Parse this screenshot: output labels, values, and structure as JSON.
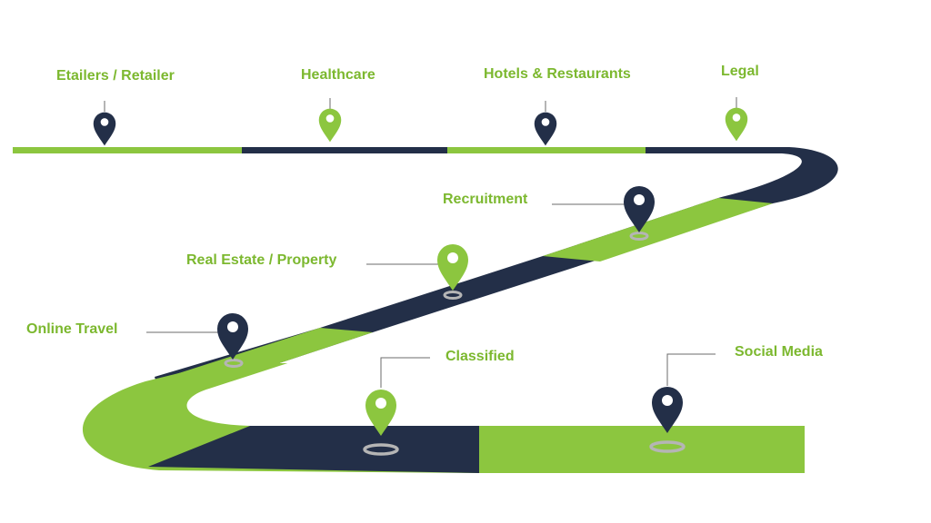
{
  "colors": {
    "green": "#8cc63f",
    "navy": "#232f48",
    "label": "#7cb82f",
    "leader": "#6b6b6b",
    "shadow": "#b5b5b5"
  },
  "milestones": [
    {
      "id": "etailers",
      "label": "Etailers / Retailer",
      "pin_color": "navy",
      "icon": "map-pin-icon"
    },
    {
      "id": "healthcare",
      "label": "Healthcare",
      "pin_color": "green",
      "icon": "map-pin-icon"
    },
    {
      "id": "hotels",
      "label": "Hotels & Restaurants",
      "pin_color": "navy",
      "icon": "map-pin-icon"
    },
    {
      "id": "legal",
      "label": "Legal",
      "pin_color": "green",
      "icon": "map-pin-icon"
    },
    {
      "id": "recruitment",
      "label": "Recruitment",
      "pin_color": "navy",
      "icon": "map-pin-icon"
    },
    {
      "id": "realestate",
      "label": "Real Estate / Property",
      "pin_color": "green",
      "icon": "map-pin-icon"
    },
    {
      "id": "onlinetravel",
      "label": "Online Travel",
      "pin_color": "navy",
      "icon": "map-pin-icon"
    },
    {
      "id": "classified",
      "label": "Classified",
      "pin_color": "green",
      "icon": "map-pin-icon"
    },
    {
      "id": "socialmedia",
      "label": "Social Media",
      "pin_color": "navy",
      "icon": "map-pin-icon"
    }
  ]
}
